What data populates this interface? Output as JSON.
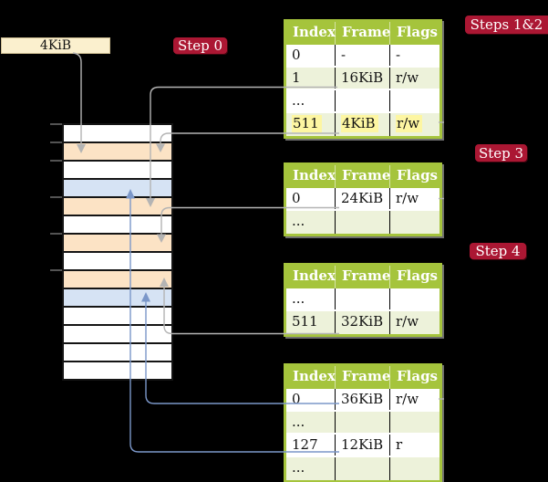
{
  "labels": {
    "page_size_box": "4KiB",
    "step0": "Step 0",
    "steps12": "Steps 1&2",
    "step3": "Step 3",
    "step4": "Step 4"
  },
  "tables": [
    {
      "headers": [
        "Index",
        "Frame",
        "Flags"
      ],
      "rows": [
        {
          "cells": [
            "0",
            "-",
            "-"
          ],
          "shade": "white",
          "highlight": false
        },
        {
          "cells": [
            "1",
            "16KiB",
            "r/w"
          ],
          "shade": "green",
          "highlight": false
        },
        {
          "cells": [
            "...",
            "",
            ""
          ],
          "shade": "white",
          "highlight": false
        },
        {
          "cells": [
            "511",
            "4KiB",
            "r/w"
          ],
          "shade": "green",
          "highlight": true
        }
      ]
    },
    {
      "headers": [
        "Index",
        "Frame",
        "Flags"
      ],
      "rows": [
        {
          "cells": [
            "0",
            "24KiB",
            "r/w"
          ],
          "shade": "white",
          "highlight": false
        },
        {
          "cells": [
            "...",
            "",
            ""
          ],
          "shade": "green",
          "highlight": false
        }
      ]
    },
    {
      "headers": [
        "Index",
        "Frame",
        "Flags"
      ],
      "rows": [
        {
          "cells": [
            "...",
            "",
            ""
          ],
          "shade": "white",
          "highlight": false
        },
        {
          "cells": [
            "511",
            "32KiB",
            "r/w"
          ],
          "shade": "green",
          "highlight": false
        }
      ]
    },
    {
      "headers": [
        "Index",
        "Frame",
        "Flags"
      ],
      "rows": [
        {
          "cells": [
            "0",
            "36KiB",
            "r/w"
          ],
          "shade": "white",
          "highlight": false
        },
        {
          "cells": [
            "...",
            "",
            ""
          ],
          "shade": "green",
          "highlight": false
        },
        {
          "cells": [
            "127",
            "12KiB",
            "r"
          ],
          "shade": "white",
          "highlight": false
        },
        {
          "cells": [
            "...",
            "",
            ""
          ],
          "shade": "green",
          "highlight": false
        }
      ]
    }
  ],
  "memory": {
    "row_colors": [
      "white",
      "orange",
      "white",
      "blue",
      "orange",
      "white",
      "orange",
      "white",
      "orange",
      "blue",
      "white",
      "white",
      "white",
      "white"
    ]
  },
  "colors": {
    "badge_red": "#ab1733",
    "table_green": "#a5c43c",
    "row_light_green": "#edf2da",
    "highlight_yellow": "#fdf6a2",
    "box_cream": "#fbf0ce",
    "memory_orange": "#fce3c5",
    "memory_blue": "#d6e3f4",
    "arrow_gray": "#b4b4b4",
    "arrow_blue": "#7b97c9"
  }
}
